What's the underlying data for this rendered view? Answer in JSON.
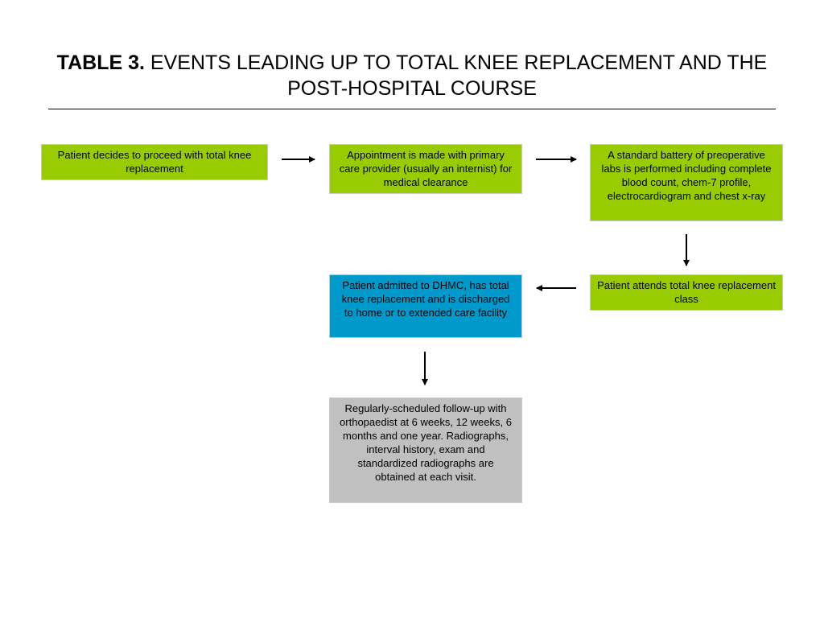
{
  "title": {
    "lead": "TABLE 3.",
    "text": " EVENTS LEADING UP TO TOTAL KNEE REPLACEMENT AND THE POST-HOSPITAL COURSE"
  },
  "steps": {
    "decide": "Patient decides to proceed with total knee replacement",
    "appointment": "Appointment is made with primary care provider (usually an internist) for medical clearance",
    "labs": "A standard battery of preoperative labs is performed including complete blood count, chem-7 profile, electrocardiogram and chest x-ray",
    "class": "Patient attends total knee replacement class",
    "admit": "Patient admitted to DHMC, has total knee replacement and is discharged to home or to extended care facility",
    "followup": "Regularly-scheduled follow-up with orthopaedist at 6 weeks, 12 weeks, 6 months and one year. Radiographs, interval history, exam and standardized radiographs are obtained at each visit."
  },
  "colors": {
    "green": "#99cc00",
    "blue": "#0099cc",
    "gray": "#c0c0c0"
  }
}
